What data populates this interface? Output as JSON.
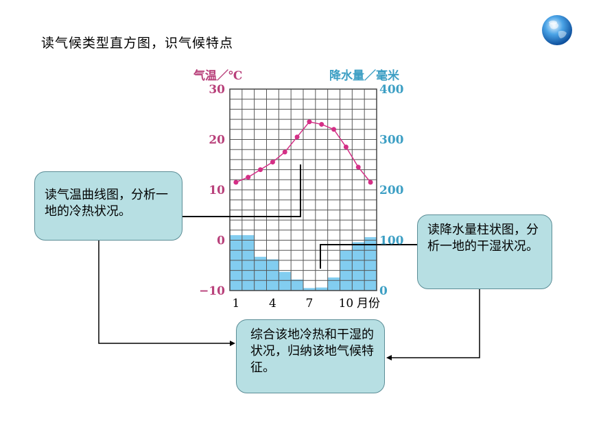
{
  "page": {
    "title": "读气候类型直方图，识气候特点"
  },
  "notes": {
    "temperature": "读气温曲线图，分析一地的冷热状况。",
    "precipitation": "读降水量柱状图，分析一地的干湿状况。",
    "summary": "综合该地冷热和干湿的状况，归纳该地气候特征。"
  },
  "chart_data": {
    "type": "bar+line",
    "months": [
      1,
      2,
      3,
      4,
      5,
      6,
      7,
      8,
      9,
      10,
      11,
      12
    ],
    "x_tick_labels": [
      "1",
      "4",
      "7",
      "10"
    ],
    "x_unit": "月份",
    "temperature": {
      "axis_label": "气温／℃",
      "ylim": [
        -10,
        30
      ],
      "ticks": [
        "30",
        "20",
        "10",
        "0",
        "−10"
      ],
      "tick_values": [
        30,
        20,
        10,
        0,
        -10
      ],
      "values": [
        11.5,
        12.5,
        14,
        15.5,
        17.5,
        20.5,
        23.5,
        23,
        22,
        18.5,
        14.5,
        11.5
      ],
      "color": "#d42f86"
    },
    "precipitation": {
      "axis_label": "降水量／毫米",
      "ylim": [
        0,
        400
      ],
      "ticks": [
        "400",
        "300",
        "200",
        "100",
        "0"
      ],
      "tick_values": [
        400,
        300,
        200,
        100,
        0
      ],
      "values": [
        110,
        110,
        67,
        62,
        37,
        22,
        5,
        6,
        26,
        80,
        96,
        106
      ],
      "color": "#82cdf0"
    },
    "grid": true
  }
}
